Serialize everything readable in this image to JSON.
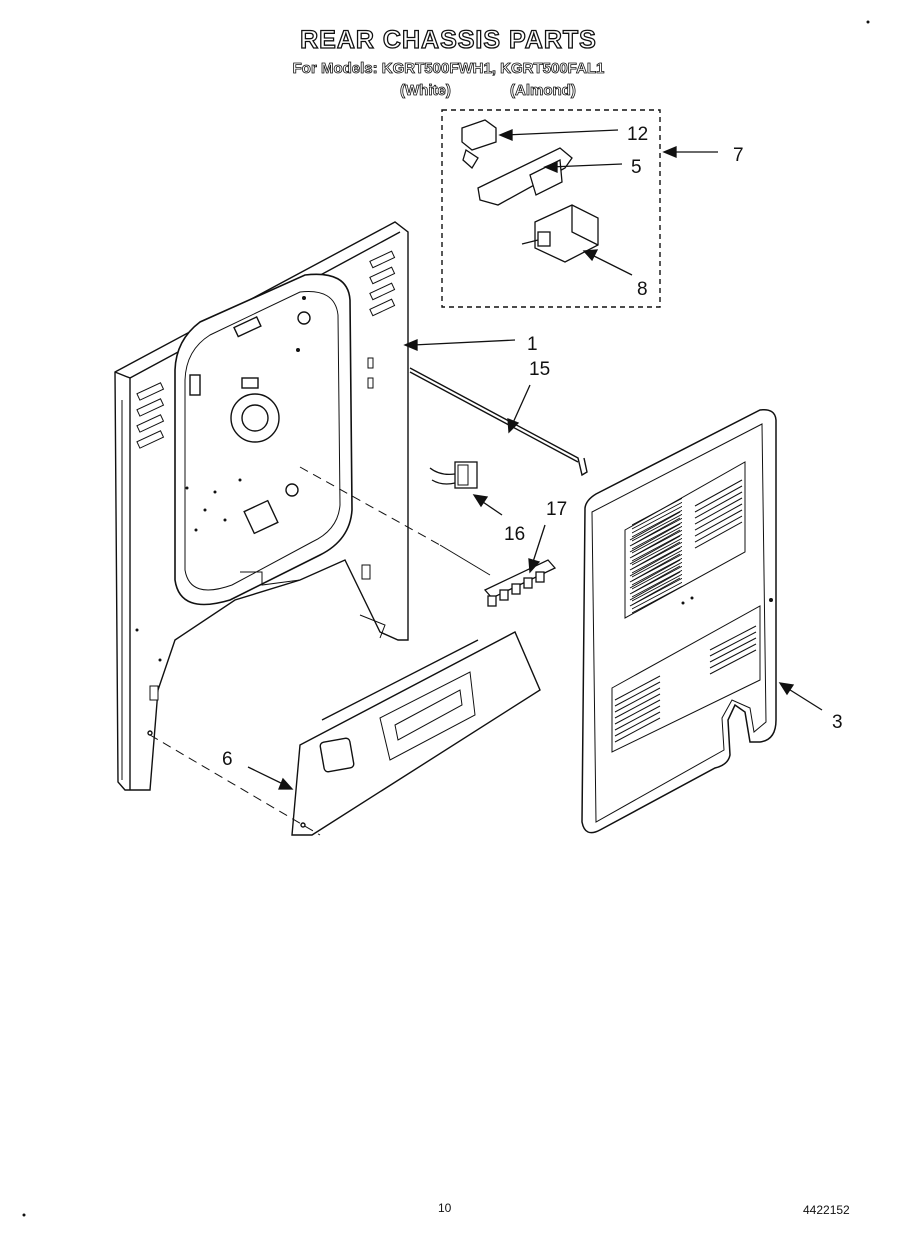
{
  "header": {
    "title": "REAR CHASSIS PARTS",
    "models": "For Models: KGRT500FWH1, KGRT500FAL1",
    "variant_white": "(White)",
    "variant_almond": "(Almond)"
  },
  "callouts": {
    "c1": "1",
    "c3": "3",
    "c5": "5",
    "c6": "6",
    "c7": "7",
    "c8": "8",
    "c12": "12",
    "c15": "15",
    "c16": "16",
    "c17": "17"
  },
  "footer": {
    "page_number": "10",
    "doc_number": "4422152"
  }
}
